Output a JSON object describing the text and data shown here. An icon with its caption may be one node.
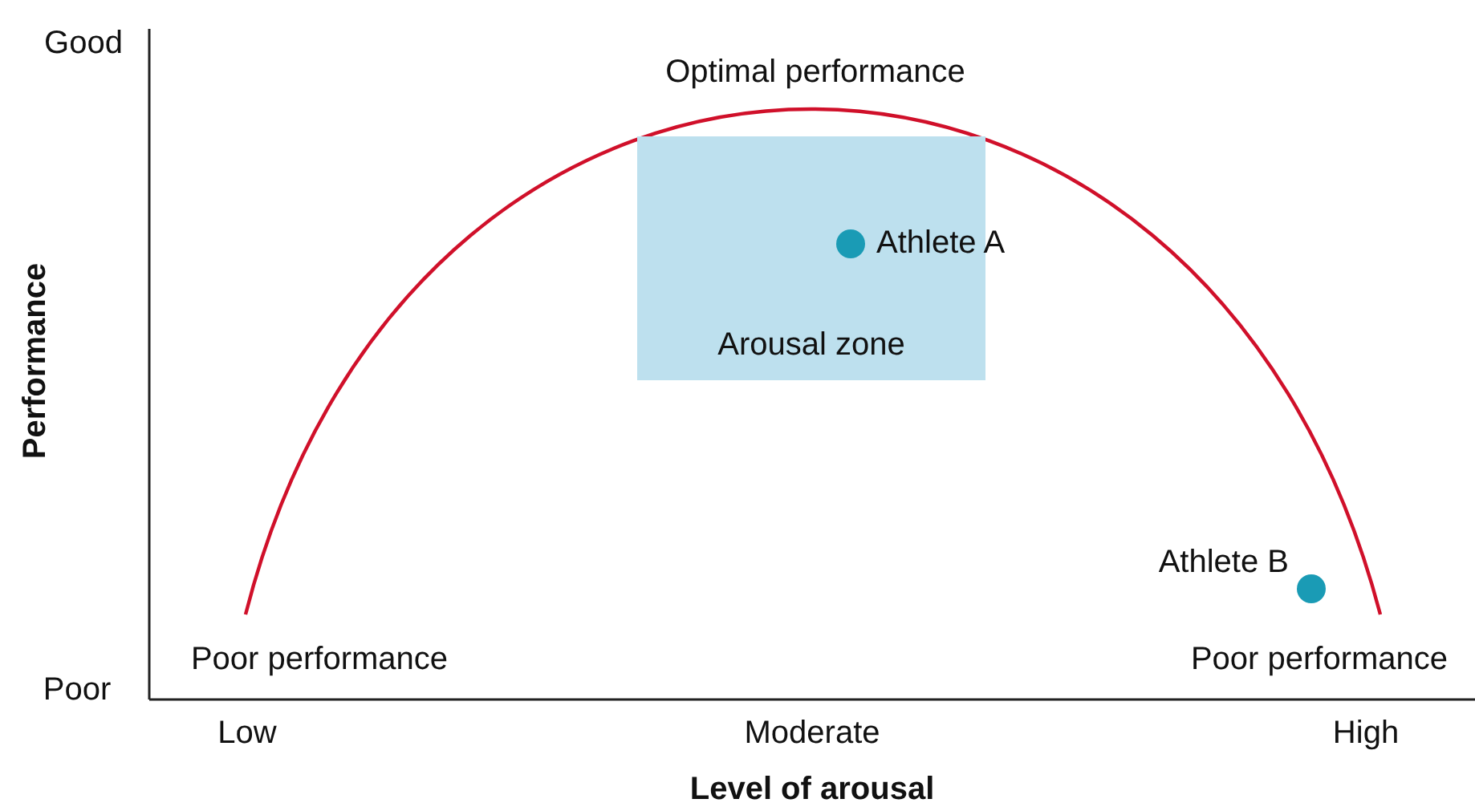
{
  "diagram": {
    "nodes": [
      {
        "text": [
          "Arousal zone"
        ]
      },
      {
        "text": [],
        "shape": "circle",
        "in": 0,
        "beside": [
          "Athlete A"
        ]
      },
      {
        "text": [],
        "shape": "circle",
        "beside": [
          "Athlete B"
        ]
      }
    ],
    "edges": [],
    "labels": [
      "Good",
      "Optimal performance",
      "Performance",
      "Poor performance",
      "Poor",
      "Poor performance",
      "Low",
      "Moderate",
      "High",
      "Level of arousal"
    ]
  }
}
